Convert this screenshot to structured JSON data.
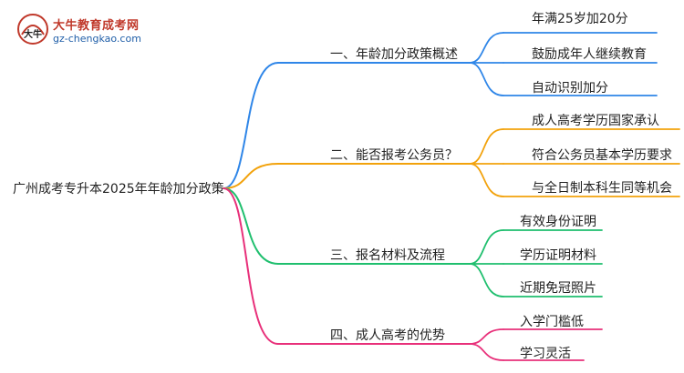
{
  "logo": {
    "mark_text": "大牛",
    "title": "大牛教育成考网",
    "url": "gz-chengkao.com"
  },
  "mindmap": {
    "root": "广州成考专升本2025年年龄加分政策",
    "branches": [
      {
        "label": "一、年龄加分政策概述",
        "color": "#2f86e8",
        "children": [
          "年满25岁加20分",
          "鼓励成年人继续教育",
          "自动识别加分"
        ]
      },
      {
        "label": "二、能否报考公务员？",
        "color": "#f2a20c",
        "children": [
          "成人高考学历国家承认",
          "符合公务员基本学历要求",
          "与全日制本科生同等机会"
        ]
      },
      {
        "label": "三、报名材料及流程",
        "color": "#1fbf6e",
        "children": [
          "有效身份证明",
          "学历证明材料",
          "近期免冠照片"
        ]
      },
      {
        "label": "四、成人高考的优势",
        "color": "#e8307a",
        "children": [
          "入学门槛低",
          "学习灵活"
        ]
      }
    ]
  }
}
